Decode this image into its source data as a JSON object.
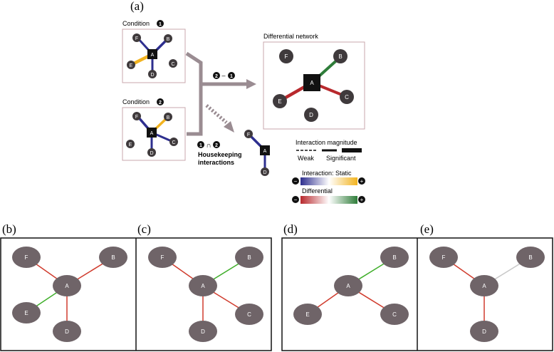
{
  "panel_a": {
    "label": "(a)",
    "condition1_title": "Condition",
    "condition1_num": "1",
    "condition2_title": "Condition",
    "condition2_num": "2",
    "differential_title": "Differential network",
    "diff_op_left": "2",
    "diff_op_sep": "–",
    "diff_op_right": "1",
    "intersect_left": "1",
    "intersect_sym": "∩",
    "intersect_right": "2",
    "housekeeping_line1": "Housekeeping",
    "housekeeping_line2": "interactions",
    "legend": {
      "magnitude_title": "Interaction magnitude",
      "weak_label": "Weak",
      "significant_label": "Significant",
      "static_title": "Interaction: Static",
      "differential_title": "Differential",
      "minus": "−",
      "plus": "+"
    },
    "nodes": [
      "A",
      "B",
      "C",
      "D",
      "E",
      "F"
    ]
  },
  "colors": {
    "static_negative": "#2e2f8f",
    "static_positive": "#f2b31f",
    "diff_negative": "#b8292d",
    "diff_positive": "#2f7d3a",
    "node_fill": "#3f3a3c",
    "box_border": "#c9a7ad",
    "arrow": "#9a8c92",
    "small_node_fill": "#6f6468"
  },
  "panels": [
    {
      "label": "(b)",
      "nodes": [
        "A",
        "B",
        "D",
        "E",
        "F"
      ]
    },
    {
      "label": "(c)",
      "nodes": [
        "A",
        "B",
        "C",
        "D",
        "F"
      ]
    },
    {
      "label": "(d)",
      "nodes": [
        "A",
        "B",
        "C",
        "E"
      ]
    },
    {
      "label": "(e)",
      "nodes": [
        "A",
        "B",
        "D",
        "F"
      ]
    }
  ],
  "icons": [
    "arrow-right-icon",
    "dotted-arrow-icon"
  ]
}
